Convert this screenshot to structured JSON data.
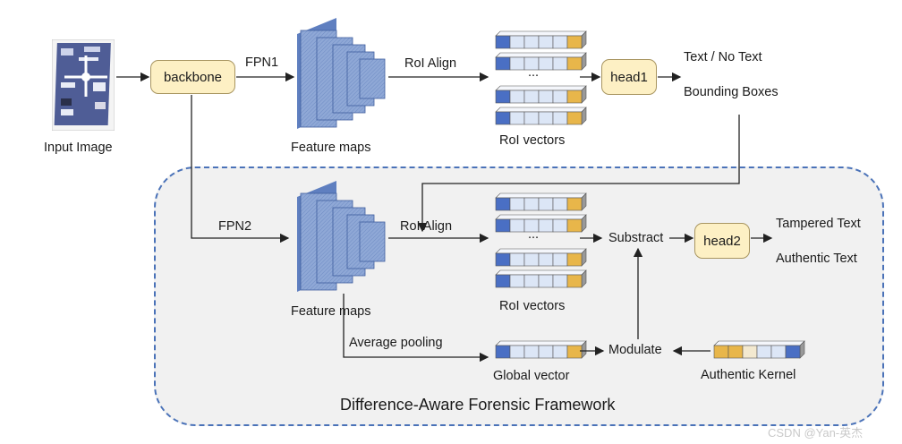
{
  "labels": {
    "input_image": "Input Image",
    "backbone": "backbone",
    "fpn1": "FPN1",
    "fpn2": "FPN2",
    "feature_maps_top": "Feature maps",
    "feature_maps_bottom": "Feature maps",
    "roi_align_top": "RoI Align",
    "roi_align_bottom": "RoI Align",
    "roi_vectors_top": "RoI vectors",
    "roi_vectors_bottom": "RoI vectors",
    "ellipsis_top": "...",
    "ellipsis_bottom": "...",
    "head1": "head1",
    "head2": "head2",
    "text_no_text": "Text / No Text",
    "bounding_boxes": "Bounding Boxes",
    "substract": "Substract",
    "tampered_text": "Tampered Text",
    "authentic_text": "Authentic Text",
    "average_pooling": "Average pooling",
    "modulate": "Modulate",
    "global_vector": "Global vector",
    "authentic_kernel": "Authentic Kernel",
    "framework_title": "Difference-Aware Forensic Framework",
    "watermark": "CSDN @Yan-英杰"
  },
  "colors": {
    "frame_border": "#4a72b8",
    "frame_fill": "#f1f1f1",
    "head_fill": "#fdf0c4",
    "vector_blue": "#4a6fc4",
    "vector_light": "#dce6f6",
    "vector_gold": "#e8b64a"
  }
}
